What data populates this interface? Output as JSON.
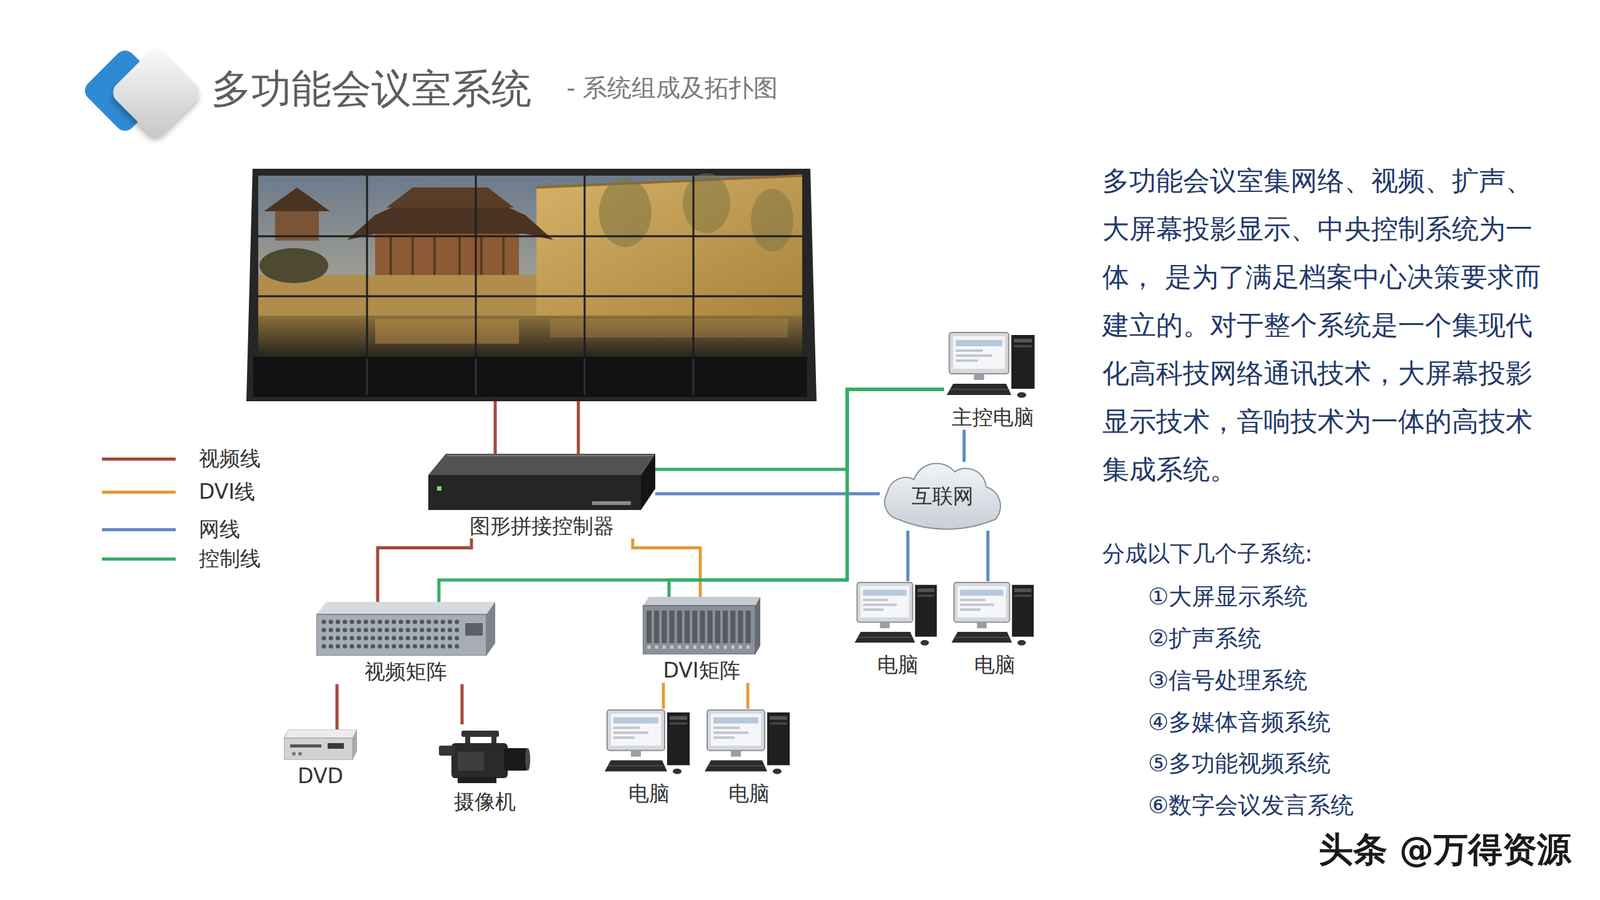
{
  "diagram": {
    "title": "多功能会议室系统",
    "nodes": [
      {
        "text": [
          "主控电脑"
        ]
      },
      {
        "text": [
          "图形拼接控制器"
        ]
      },
      {
        "text": [
          "互联网"
        ]
      },
      {
        "text": [
          "视频矩阵"
        ]
      },
      {
        "text": [
          "DVI矩阵"
        ]
      },
      {
        "text": [
          "电脑"
        ]
      },
      {
        "text": [
          "电脑"
        ]
      },
      {
        "text": [
          "DVD"
        ]
      },
      {
        "text": [
          "摄像机"
        ]
      },
      {
        "text": [
          "电脑"
        ]
      },
      {
        "text": [
          "电脑"
        ]
      }
    ],
    "edges": [
      {
        "from": 1,
        "to": 0,
        "arrow": "none"
      },
      {
        "from": 1,
        "to": 2,
        "arrow": "none"
      },
      {
        "from": 0,
        "to": 2,
        "arrow": "none"
      },
      {
        "from": 2,
        "to": 5,
        "arrow": "none"
      },
      {
        "from": 2,
        "to": 6,
        "arrow": "none"
      },
      {
        "from": 1,
        "to": 3,
        "arrow": "none"
      },
      {
        "from": 1,
        "to": 4,
        "arrow": "none"
      },
      {
        "from": 0,
        "to": 3,
        "arrow": "none"
      },
      {
        "from": 0,
        "to": 4,
        "arrow": "none"
      },
      {
        "from": 3,
        "to": 7,
        "arrow": "none"
      },
      {
        "from": 3,
        "to": 8,
        "arrow": "none"
      },
      {
        "from": 4,
        "to": 9,
        "arrow": "none"
      },
      {
        "from": 4,
        "to": 10,
        "arrow": "none"
      }
    ],
    "labels": [
      "- 系统组成及拓扑图",
      "多功能会议室集网络、视频、扩声、大屏幕投影显示、中央控制系统为一体， 是为了满足档案中心决策要求而建立的。对于整个系统是一个集现代化高科技网络通讯技术，大屏幕投影显示技术，音响技术为一体的高技术集成系统。",
      "分成以下几个子系统:",
      "①大屏显示系统",
      "②扩声系统",
      "③信号处理系统",
      "④多媒体音频系统",
      "⑤多功能视频系统",
      "⑥数字会议发言系统",
      "头条 @万得资源"
    ],
    "legend": [
      {
        "text": "视频线",
        "color": "#a5493d"
      },
      {
        "text": "DVI线",
        "color": "#e59a3b"
      },
      {
        "text": "网线",
        "color": "#5f8ac0"
      },
      {
        "text": "控制线",
        "color": "#33ad66"
      }
    ]
  }
}
